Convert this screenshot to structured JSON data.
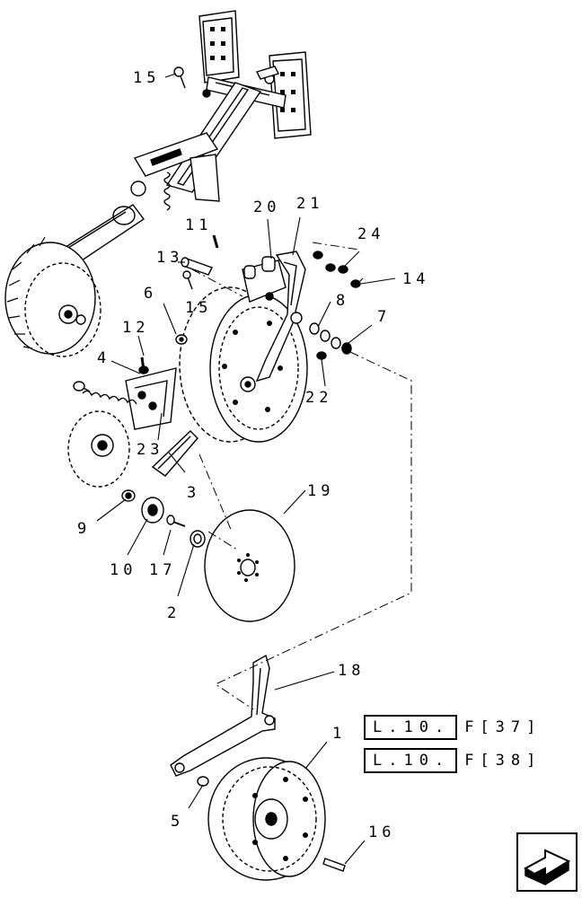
{
  "callouts": [
    {
      "id": "15a",
      "text": "15"
    },
    {
      "id": "20",
      "text": "20"
    },
    {
      "id": "21",
      "text": "21"
    },
    {
      "id": "11",
      "text": "11"
    },
    {
      "id": "24",
      "text": "24"
    },
    {
      "id": "13",
      "text": "13"
    },
    {
      "id": "14",
      "text": "14"
    },
    {
      "id": "15b",
      "text": "15"
    },
    {
      "id": "6",
      "text": "6"
    },
    {
      "id": "8",
      "text": "8"
    },
    {
      "id": "7",
      "text": "7"
    },
    {
      "id": "12",
      "text": "12"
    },
    {
      "id": "4",
      "text": "4"
    },
    {
      "id": "22",
      "text": "22"
    },
    {
      "id": "23",
      "text": "23"
    },
    {
      "id": "3",
      "text": "3"
    },
    {
      "id": "19",
      "text": "19"
    },
    {
      "id": "9",
      "text": "9"
    },
    {
      "id": "10",
      "text": "10"
    },
    {
      "id": "17",
      "text": "17"
    },
    {
      "id": "2",
      "text": "2"
    },
    {
      "id": "18",
      "text": "18"
    },
    {
      "id": "1",
      "text": "1"
    },
    {
      "id": "5",
      "text": "5"
    },
    {
      "id": "16",
      "text": "16"
    }
  ],
  "references": [
    {
      "code": "L.10.",
      "page": "F[37]"
    },
    {
      "code": "L.10.",
      "page": "F[38]"
    }
  ],
  "nav": {
    "icon": "next-page-arrow-icon"
  }
}
